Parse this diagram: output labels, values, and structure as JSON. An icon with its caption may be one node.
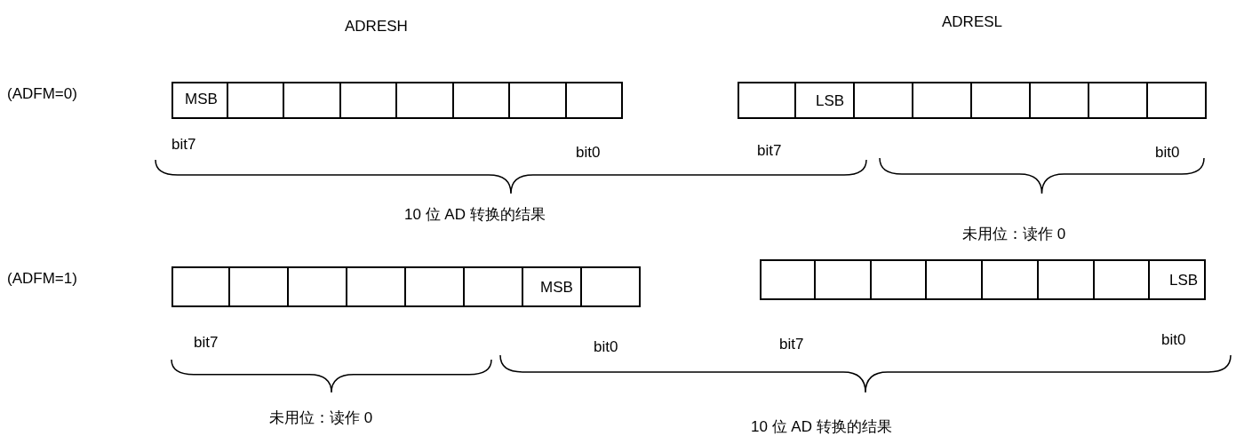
{
  "diagram": {
    "labels": [
      "ADRESH",
      "ADRESL",
      "(ADFM=0)",
      "MSB",
      "LSB",
      "bit7",
      "bit0",
      "bit7",
      "bit0",
      "10 位 AD 转换的结果",
      "未用位：读作 0",
      "(ADFM=1)",
      "MSB",
      "LSB",
      "bit7",
      "bit0",
      "bit7",
      "bit0",
      "未用位：读作 0",
      "10 位 AD 转换的结果"
    ]
  }
}
